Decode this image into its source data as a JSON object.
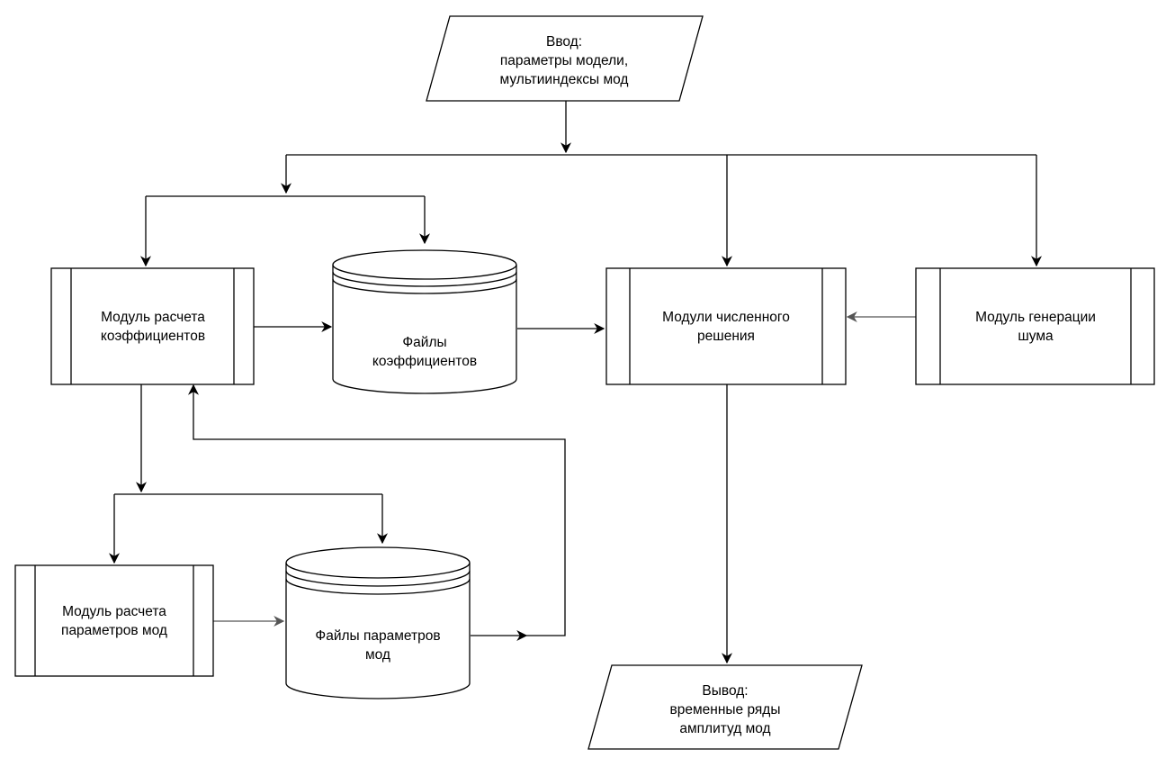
{
  "nodes": {
    "input": [
      "Ввод:",
      "параметры модели,",
      "мультииндексы мод"
    ],
    "coef_module": [
      "Модуль расчета",
      "коэффициентов"
    ],
    "coef_files": [
      "Файлы",
      "коэффициентов"
    ],
    "solver": [
      "Модули численного",
      "решения"
    ],
    "noise": [
      "Модуль генерации",
      "шума"
    ],
    "mode_module": [
      "Модуль расчета",
      "параметров мод"
    ],
    "mode_files": [
      "Файлы параметров",
      "мод"
    ],
    "output": [
      "Вывод:",
      "временные ряды",
      "амплитуд мод"
    ]
  }
}
